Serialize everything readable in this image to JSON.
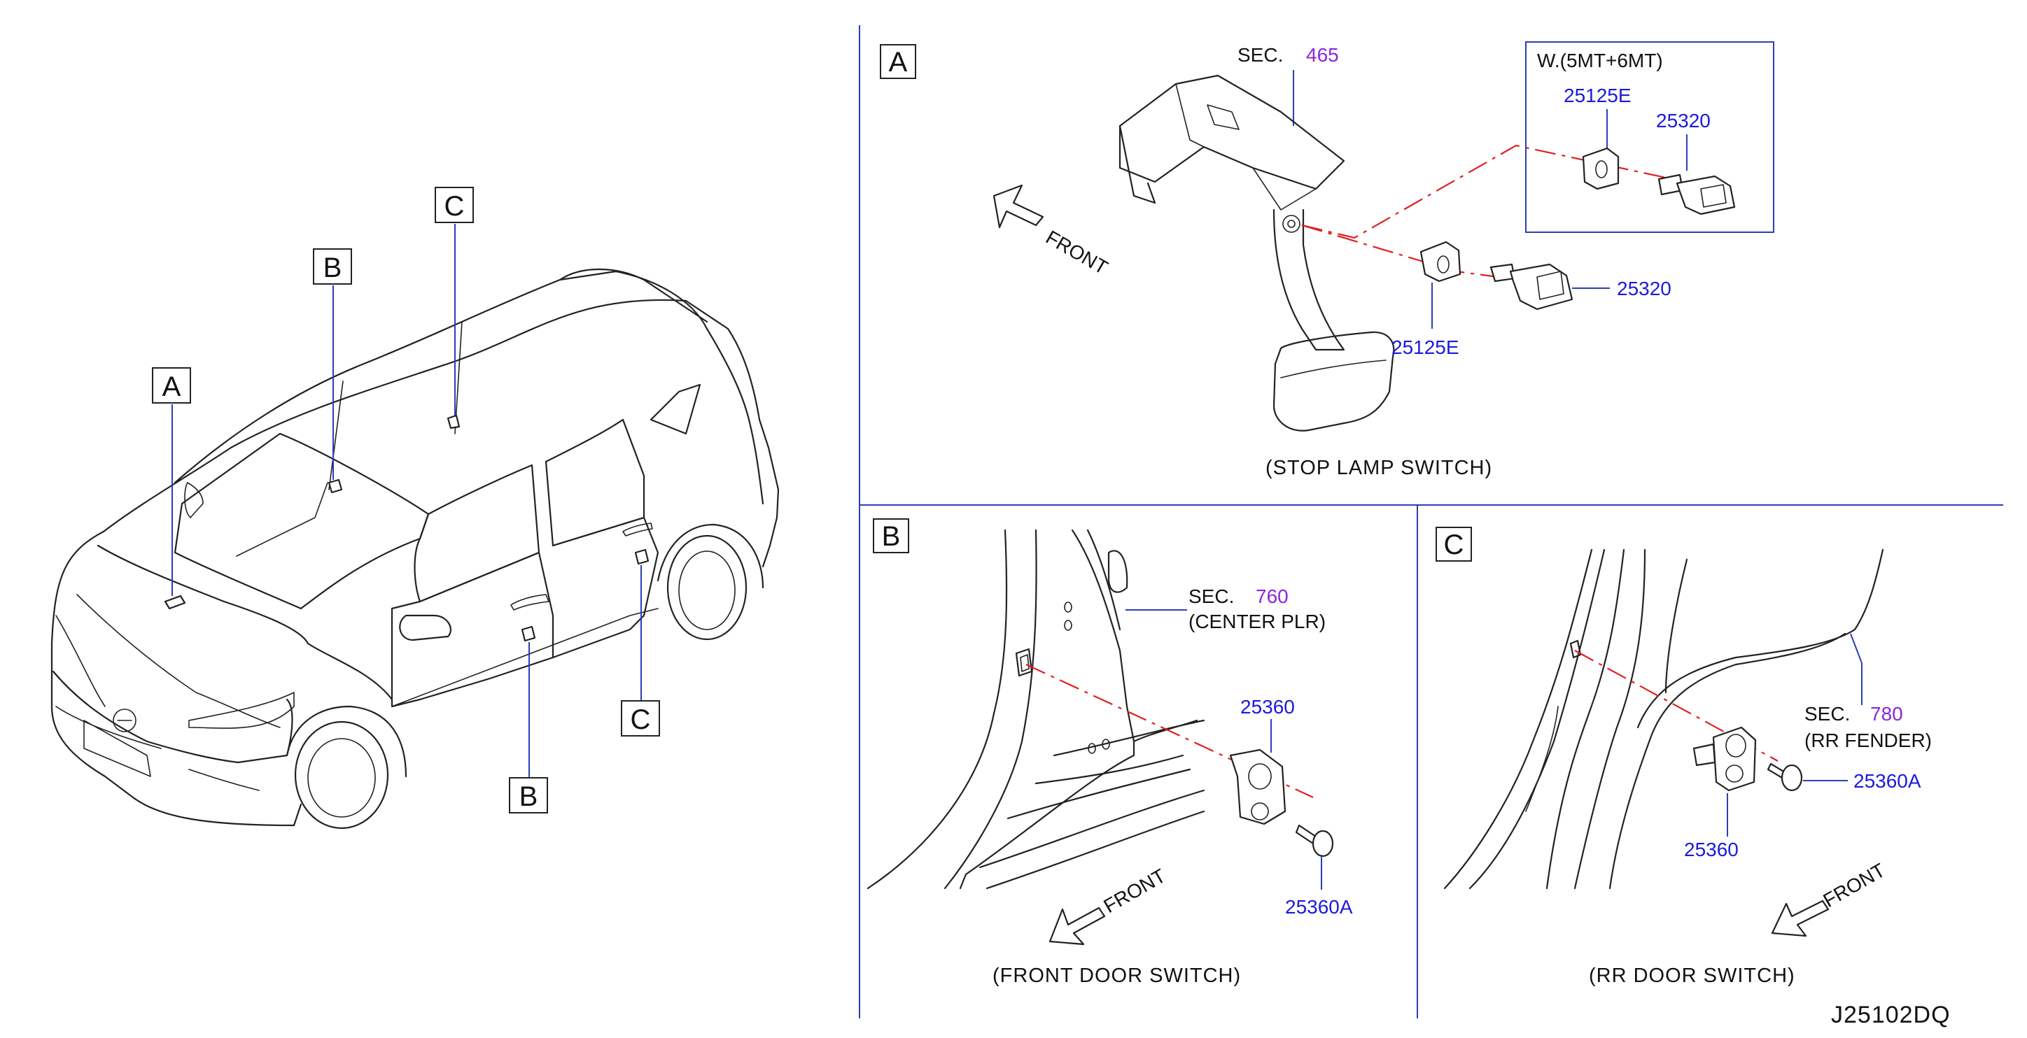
{
  "overview": {
    "callout_a": "A",
    "callout_b_top": "B",
    "callout_c_top": "C",
    "callout_b_bottom": "B",
    "callout_c_bottom": "C"
  },
  "panel_a": {
    "letter": "A",
    "sec_label": "SEC.",
    "sec_number": "465",
    "front": "FRONT",
    "variant_title": "W.(5MT+6MT)",
    "part_bracket_variant": "25125E",
    "part_switch_variant": "25320",
    "part_switch": "25320",
    "part_bracket": "25125E",
    "caption": "(STOP   LAMP   SWITCH)"
  },
  "panel_b": {
    "letter": "B",
    "sec_label": "SEC.",
    "sec_number": "760",
    "sec_note": "(CENTER   PLR)",
    "part_switch": "25360",
    "part_bolt": "25360A",
    "front": "FRONT",
    "caption": "(FRONT   DOOR   SWITCH)"
  },
  "panel_c": {
    "letter": "C",
    "sec_label": "SEC.",
    "sec_number": "780",
    "sec_note": "(RR   FENDER)",
    "part_bolt": "25360A",
    "part_switch": "25360",
    "front": "FRONT",
    "caption": "(RR   DOOR   SWITCH)"
  },
  "drawing_code": "J25102DQ",
  "colors": {
    "part_number": "#1a1adf",
    "section_number": "#8b26d9",
    "leader_line": "#2a3fb5",
    "center_line": "#e02020"
  }
}
